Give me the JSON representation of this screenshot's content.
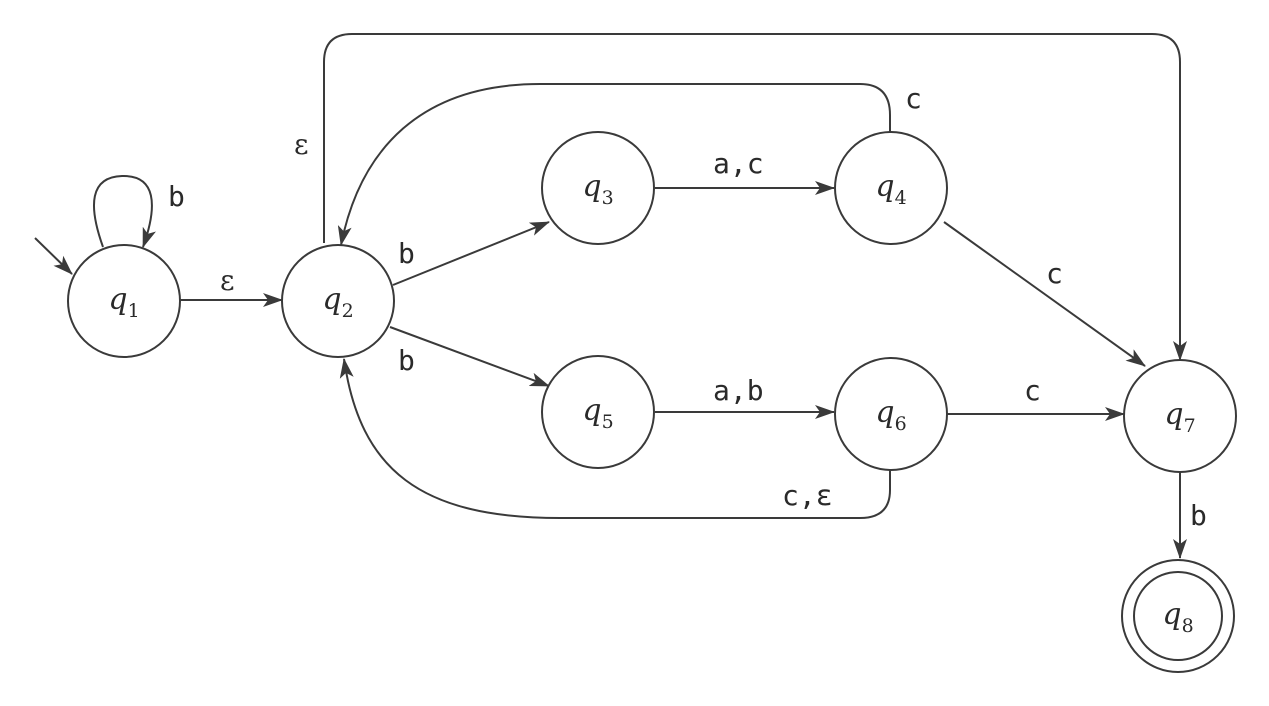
{
  "diagram": {
    "type": "nfa",
    "start_state": "q1",
    "accept_states": [
      "q8"
    ],
    "states": {
      "q1": {
        "letter": "q",
        "index": "1"
      },
      "q2": {
        "letter": "q",
        "index": "2"
      },
      "q3": {
        "letter": "q",
        "index": "3"
      },
      "q4": {
        "letter": "q",
        "index": "4"
      },
      "q5": {
        "letter": "q",
        "index": "5"
      },
      "q6": {
        "letter": "q",
        "index": "6"
      },
      "q7": {
        "letter": "q",
        "index": "7"
      },
      "q8": {
        "letter": "q",
        "index": "8"
      }
    },
    "transitions": {
      "q1_q1": {
        "from": "q1",
        "to": "q1",
        "label": "b"
      },
      "q1_q2": {
        "from": "q1",
        "to": "q2",
        "label": "ε"
      },
      "q2_q3": {
        "from": "q2",
        "to": "q3",
        "label": "b"
      },
      "q2_q5": {
        "from": "q2",
        "to": "q5",
        "label": "b"
      },
      "q2_q7": {
        "from": "q2",
        "to": "q7",
        "label": "ε"
      },
      "q3_q4": {
        "from": "q3",
        "to": "q4",
        "label": "a,c"
      },
      "q4_q2": {
        "from": "q4",
        "to": "q2",
        "label": "c"
      },
      "q4_q7": {
        "from": "q4",
        "to": "q7",
        "label": "c"
      },
      "q5_q6": {
        "from": "q5",
        "to": "q6",
        "label": "a,b"
      },
      "q6_q2": {
        "from": "q6",
        "to": "q2",
        "label": "c,ε"
      },
      "q6_q7": {
        "from": "q6",
        "to": "q7",
        "label": "c"
      },
      "q7_q8": {
        "from": "q7",
        "to": "q8",
        "label": "b"
      }
    }
  }
}
